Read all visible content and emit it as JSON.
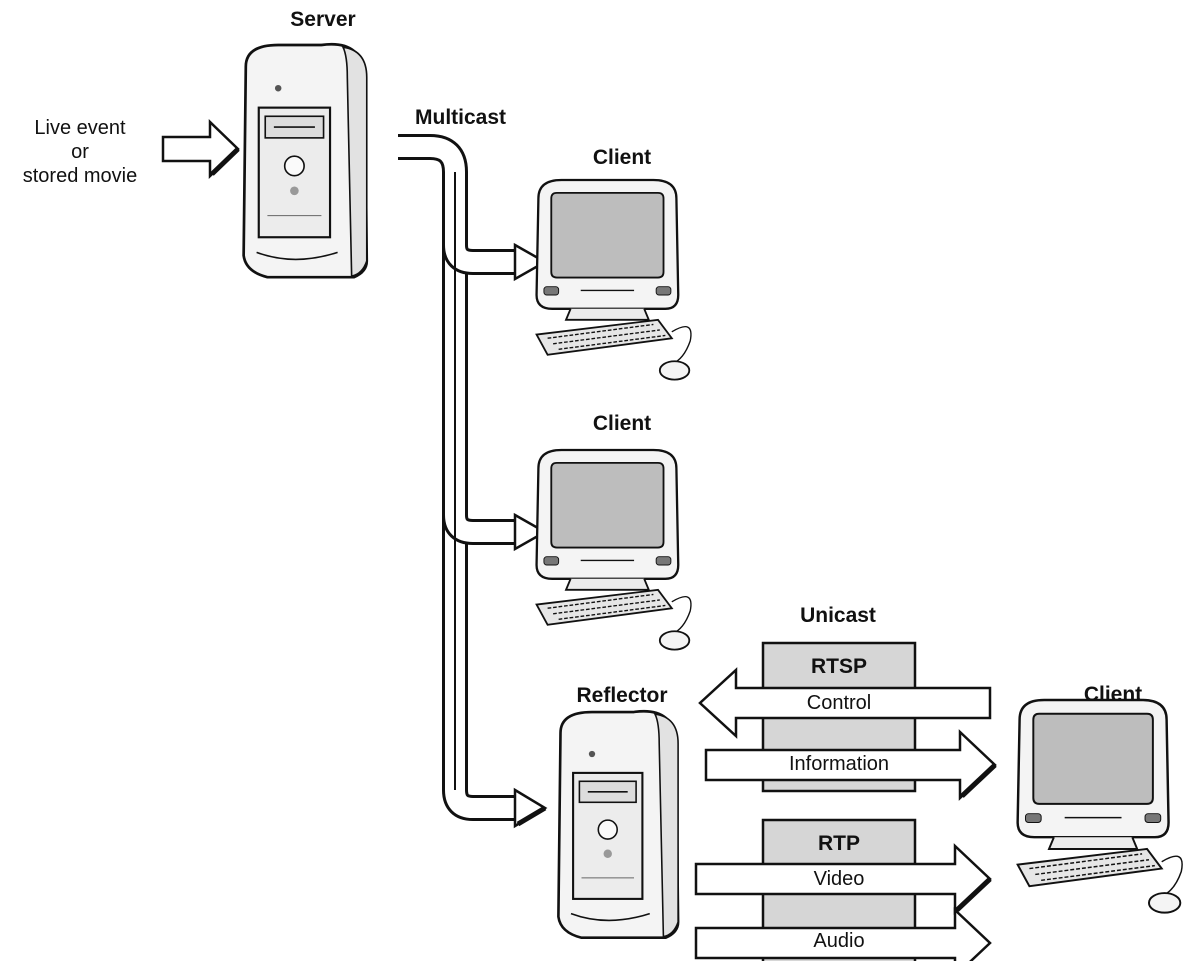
{
  "labels": {
    "server": "Server",
    "input_line1": "Live event",
    "input_line2": "or",
    "input_line3": "stored movie",
    "multicast": "Multicast",
    "client1": "Client",
    "client2": "Client",
    "unicast": "Unicast",
    "reflector": "Reflector",
    "client3": "Client",
    "rtsp": "RTSP",
    "control": "Control",
    "information": "Information",
    "rtp": "RTP",
    "video": "Video",
    "audio": "Audio"
  },
  "colors": {
    "ink": "#111111",
    "arrow_fill": "#ffffff",
    "protocol_box": "#d6d6d6",
    "screen": "#bdbdbd",
    "device_body": "#f4f4f4"
  }
}
